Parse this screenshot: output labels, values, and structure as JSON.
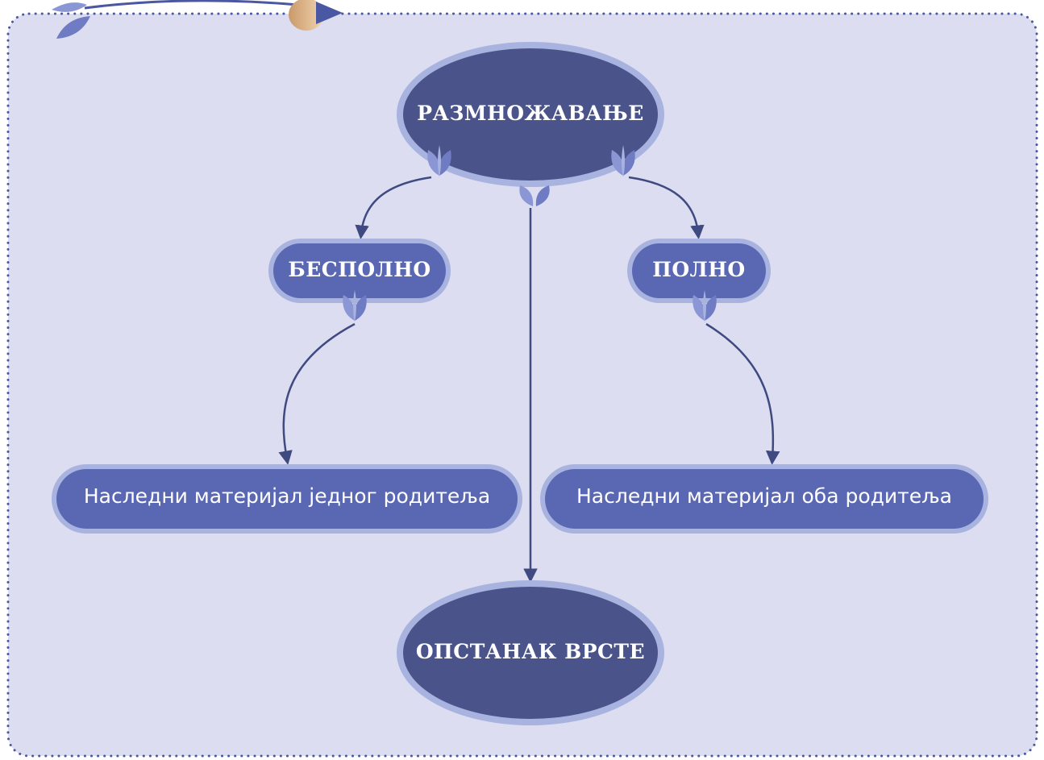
{
  "colors": {
    "background": "#dcddf1",
    "border_dots": "#4a57a3",
    "node_dark": "#4b548a",
    "node_mid": "#5a68b4",
    "node_ring": "#a9b3e0",
    "leaf": "#8b97d4",
    "arrow": "#3f4a80",
    "text": "#ffffff"
  },
  "nodes": {
    "reproduction": "РАЗМНОЖАВАЊЕ",
    "asexual": "БЕСПОЛНО",
    "sexual": "ПОЛНО",
    "one_parent": "Наследни материјал једног родитеља",
    "both_parents": "Наследни материјал оба родитеља",
    "survival": "ОПСТАНАК ВРСТЕ"
  },
  "icons": {
    "leaf": "leaf-icon",
    "pencil": "pencil-icon"
  }
}
